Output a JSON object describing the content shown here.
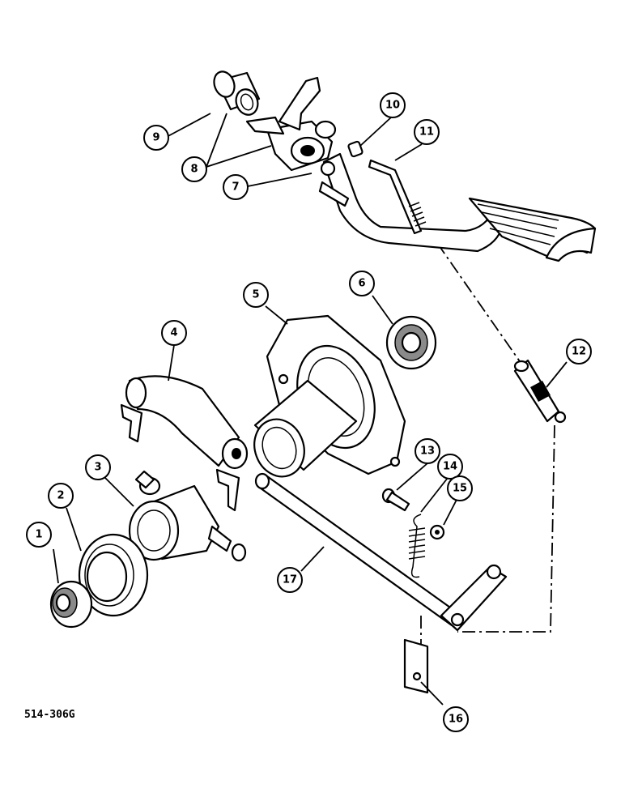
{
  "figure_code": "514-306G",
  "callouts": [
    "1",
    "2",
    "3",
    "4",
    "5",
    "6",
    "7",
    "8",
    "9",
    "10",
    "11",
    "12",
    "13",
    "14",
    "15",
    "16",
    "17"
  ]
}
